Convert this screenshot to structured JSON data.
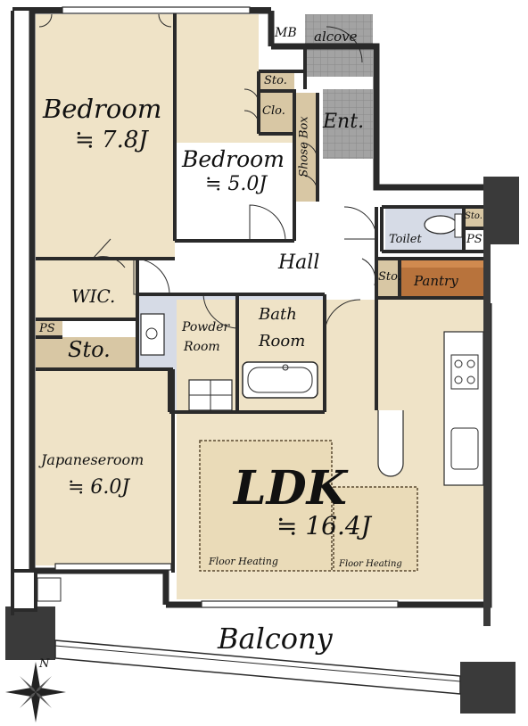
{
  "rooms": {
    "bedroom_main": {
      "name": "Bedroom",
      "size": "≒ 7.8J"
    },
    "bedroom_second": {
      "name": "Bedroom",
      "size": "≒ 5.0J"
    },
    "wic": {
      "name": "WIC."
    },
    "ps_left": {
      "name": "PS"
    },
    "storage_left": {
      "name": "Sto."
    },
    "powder_room": {
      "line1": "Powder",
      "line2": "Room"
    },
    "bath_room": {
      "line1": "Bath",
      "line2": "Room"
    },
    "hall": {
      "name": "Hall"
    },
    "toilet": {
      "name": "Toilet"
    },
    "sto_toilet": {
      "name": "Sto."
    },
    "ps_right": {
      "name": "PS"
    },
    "sto_hall": {
      "name": "Sto."
    },
    "pantry": {
      "name": "Pantry"
    },
    "mb": {
      "name": "MB"
    },
    "alcove": {
      "name": "alcove"
    },
    "sto_top": {
      "name": "Sto."
    },
    "clo": {
      "name": "Clo."
    },
    "shoes_box": {
      "name": "Shose Box"
    },
    "entrance": {
      "name": "Ent."
    },
    "japanese_room": {
      "name": "Japaneseroom",
      "size": "≒ 6.0J"
    },
    "ldk": {
      "name": "LDK",
      "size": "≒ 16.4J"
    },
    "floor_heating_1": {
      "name": "Floor Heating"
    },
    "floor_heating_2": {
      "name": "Floor Heating"
    },
    "balcony": {
      "name": "Balcony"
    }
  },
  "compass": {
    "label": "N"
  },
  "colors": {
    "room_fill": "#efe3c7",
    "wall": "#2a2a2a",
    "wet_fill": "#d6dbe6",
    "storage_fill": "#d8c7a4",
    "pantry_fill": "#b8733c",
    "tile_gray": "#9a9a9a"
  }
}
